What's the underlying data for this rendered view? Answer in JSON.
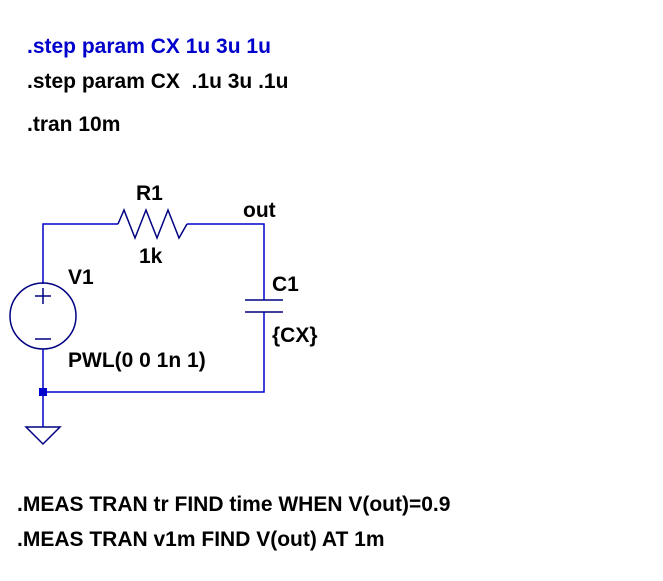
{
  "directives": {
    "step1": ".step param CX 1u 3u 1u",
    "step2": ".step param CX  .1u 3u .1u",
    "tran": ".tran 10m",
    "meas1": ".MEAS TRAN tr FIND time WHEN V(out)=0.9",
    "meas2": ".MEAS TRAN v1m FIND V(out) AT 1m"
  },
  "components": {
    "r1": {
      "name": "R1",
      "value": "1k"
    },
    "c1": {
      "name": "C1",
      "value": "{CX}"
    },
    "v1": {
      "name": "V1",
      "value": "PWL(0 0 1n 1)"
    }
  },
  "nets": {
    "out": "out"
  },
  "colors": {
    "wire": "#0000cc",
    "component": "#000080",
    "active_directive": "#0000cc",
    "text": "#000000"
  }
}
